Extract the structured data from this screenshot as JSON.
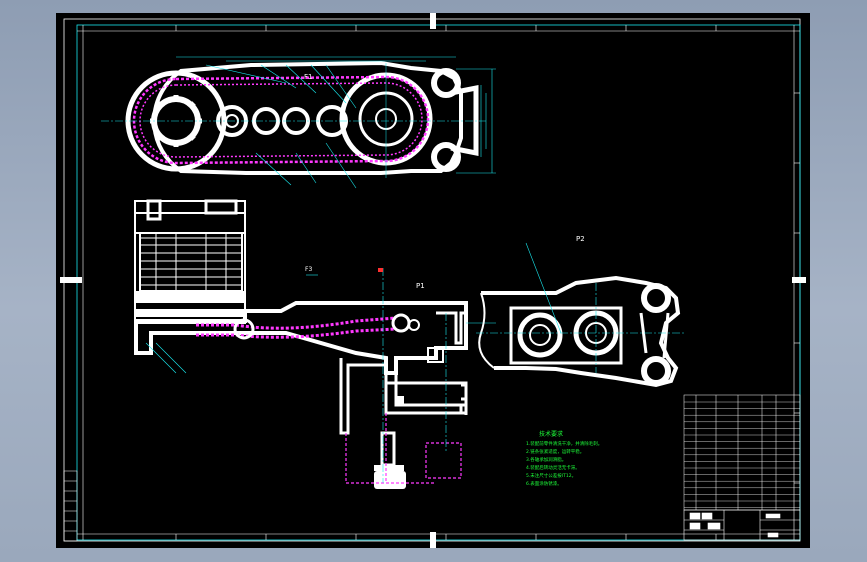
{
  "drawing": {
    "background": "#000000",
    "line_colors": {
      "outline": "#ffffff",
      "dimension": "#19e8ee",
      "chain": "#ff39ff",
      "notes": "#1dff3a"
    },
    "view_labels": {
      "top_view": "F1",
      "front_view": "P1",
      "section_view": "P2",
      "section_marker": "F3"
    },
    "notes_title": "技术要求",
    "notes_lines": [
      "1.装配前零件清洗干净，并清除毛刺。",
      "2.链条张紧适度，运转平稳。",
      "3.各轴承加润滑脂。",
      "4.装配后转动灵活无卡滞。",
      "5.未注尺寸公差按IT12。",
      "6.表面涂防锈漆。"
    ]
  }
}
